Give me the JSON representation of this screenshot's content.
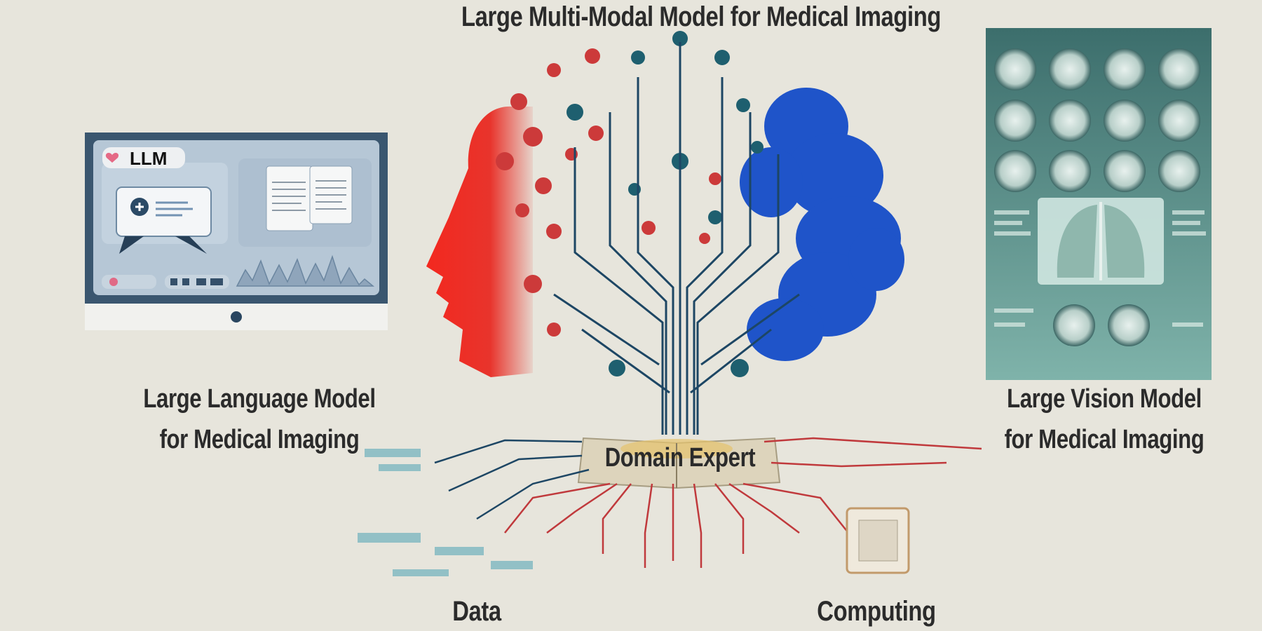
{
  "title": "Large Multi-Modal Model for Medical Imaging",
  "left_panel": {
    "badge": "LLM",
    "caption_line1": "Large Language Model",
    "caption_line2": "for Medical Imaging"
  },
  "right_panel": {
    "caption_line1": "Large Vision Model",
    "caption_line2": "for Medical Imaging"
  },
  "roots": {
    "center_label": "Domain Expert",
    "left_label": "Data",
    "right_label": "Computing"
  },
  "colors": {
    "background": "#e7e5dc",
    "face_red": "#e8342c",
    "foliage_blue": "#1f54c9",
    "circuit_navy": "#1d4664",
    "circuit_teal": "#2e8a8a",
    "root_red": "#c0393c"
  }
}
